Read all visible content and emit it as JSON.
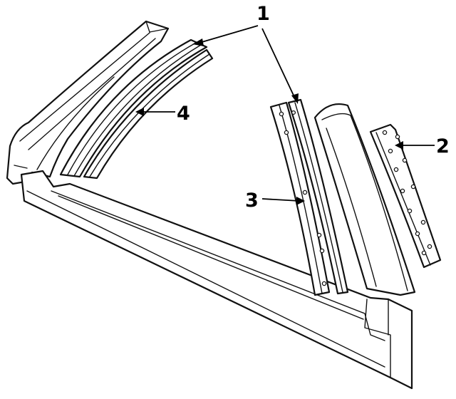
{
  "callouts": [
    {
      "label": "1"
    },
    {
      "label": "2"
    },
    {
      "label": "3"
    },
    {
      "label": "4"
    }
  ],
  "colors": {
    "line": "#111111",
    "background": "#ffffff"
  }
}
